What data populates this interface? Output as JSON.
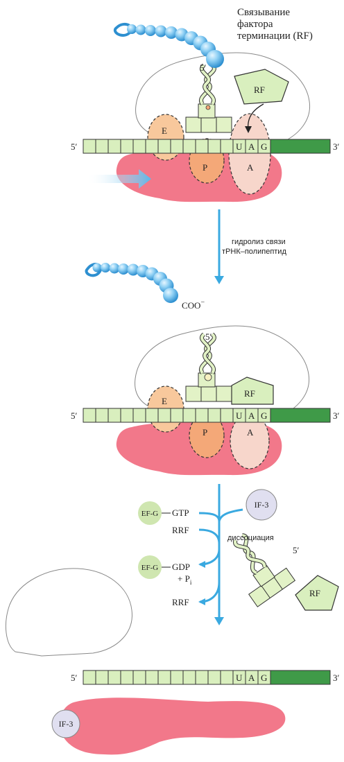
{
  "title": "Связывание\nфактора\nтерминации (RF)",
  "five_prime": "5′",
  "three_prime": "3′",
  "sites": {
    "e": "E",
    "p": "P",
    "a": "A"
  },
  "codons": [
    "U",
    "A",
    "G"
  ],
  "rf": "RF",
  "step1": "гидролиз связи\nтРНК–полипептид",
  "coo": "COO",
  "coo_charge": "−",
  "ef_g": "EF-G",
  "gtp": "GTP",
  "if3": "IF-3",
  "rrf": "RRF",
  "dissociation": "диссоциация",
  "gdp": "GDP",
  "pi": "+ P",
  "pi_sub": "i",
  "colors": {
    "mrna": "#d9efbe",
    "mrna_dark": "#3f9a48",
    "large_subunit": "#ffffff",
    "small_subunit": "#f0788a",
    "arrow": "#3aa9e0",
    "bead": "#5fb6ea",
    "trna": "#e2f2c6",
    "e_site": "#f7c79b",
    "p_site": "#f4a878",
    "a_site": "#f7d3c9",
    "ef_g": "#cfe6b0",
    "if3": "#e0dff0"
  }
}
